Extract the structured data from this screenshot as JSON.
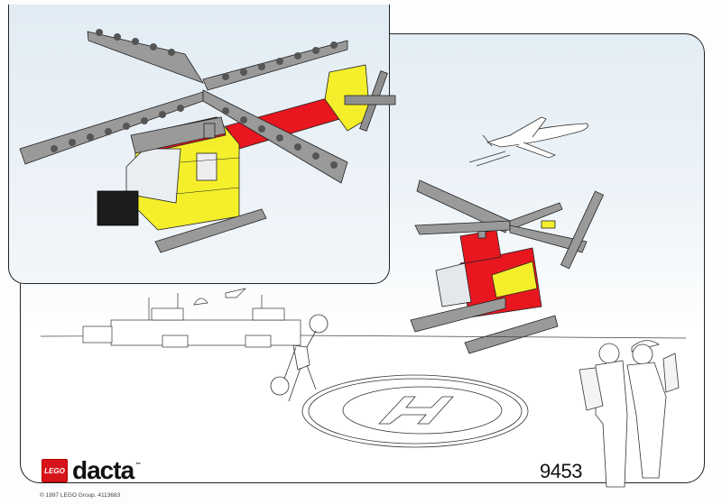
{
  "document": {
    "type": "LEGO building instruction sheet",
    "set_number": "9453",
    "brand": {
      "badge": "LEGO",
      "name": "dacta",
      "trademark": "™",
      "colors": {
        "badge_red": "#d7141a",
        "wordmark": "#111111"
      }
    },
    "copyright": "© 1997 LEGO Group. 4113683"
  },
  "illustrations": {
    "inset_panel": {
      "subject": "helicopter-model-closeup",
      "colors": [
        "#9a9a9a",
        "#e8171f",
        "#f4ef2a",
        "#1a1a1a"
      ]
    },
    "main_scene": {
      "items": [
        "helicopter-model-hovering",
        "airplane-sketch",
        "airport-terminal-sketch",
        "signal-person-sketch",
        "helipad-sketch",
        "spectators-sketch"
      ],
      "sky_color": "#e6eff6"
    }
  }
}
